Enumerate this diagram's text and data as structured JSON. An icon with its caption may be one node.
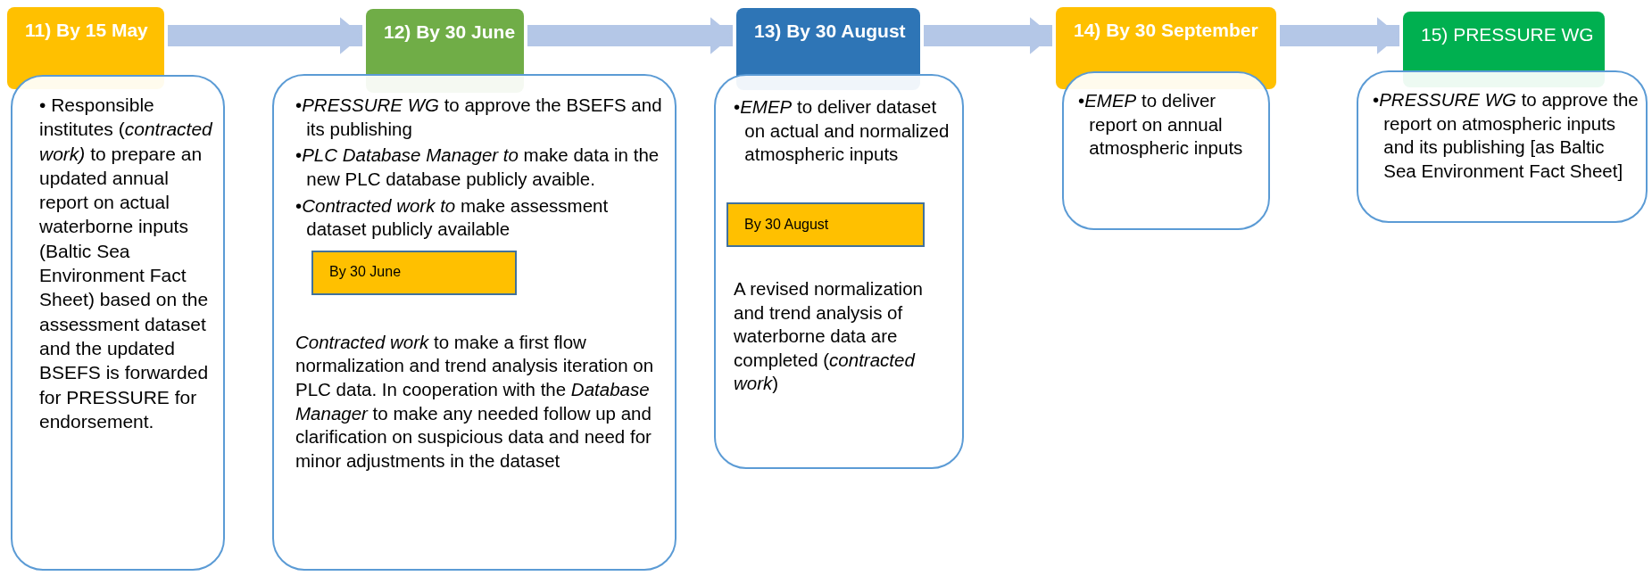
{
  "diagram": {
    "nodes": [
      {
        "text": [
          "11) By 15 May"
        ]
      },
      {
        "text": [
          "• Responsible institutes (*contracted work)* to prepare an updated annual report on actual waterborne inputs (Baltic Sea Environment Fact Sheet) based on the assessment dataset and the updated BSEFS is forwarded for PRESSURE for endorsement."
        ]
      },
      {
        "text": [
          "12) By 30 June"
        ]
      },
      {
        "text": [
          "•*PRESSURE WG* to approve the BSEFS and its publishing",
          "•*PLC Database Manager to* make data in the new PLC database publicly avaible.",
          "•*Contracted work to* make assessment dataset publicly available",
          "*Contracted work* to make a first flow normalization and trend analysis iteration on PLC data. In cooperation with the *Database Manager* to make any needed follow up and clarification on suspicious data and need for minor adjustments in the dataset"
        ]
      },
      {
        "text": [
          "By 30 June"
        ],
        "in": 3
      },
      {
        "text": [
          "13) By 30 August"
        ]
      },
      {
        "text": [
          "•*EMEP* to deliver dataset on actual and normalized atmospheric inputs",
          "A revised normalization and trend analysis of waterborne data are completed (*contracted work*)"
        ]
      },
      {
        "text": [
          "By 30 August"
        ],
        "in": 6
      },
      {
        "text": [
          "14) By 30 September"
        ]
      },
      {
        "text": [
          "•*EMEP* to deliver report on annual atmospheric inputs"
        ]
      },
      {
        "text": [
          "15) PRESSURE WG"
        ]
      },
      {
        "text": [
          "•*PRESSURE WG* to approve the report on atmospheric inputs and its publishing [as Baltic Sea Environment Fact Sheet]"
        ]
      }
    ],
    "edges": [
      {
        "from": 0,
        "to": 2,
        "arrow": "to"
      },
      {
        "from": 2,
        "to": 5,
        "arrow": "to"
      },
      {
        "from": 5,
        "to": 8,
        "arrow": "to"
      },
      {
        "from": 8,
        "to": 10,
        "arrow": "to"
      }
    ]
  }
}
